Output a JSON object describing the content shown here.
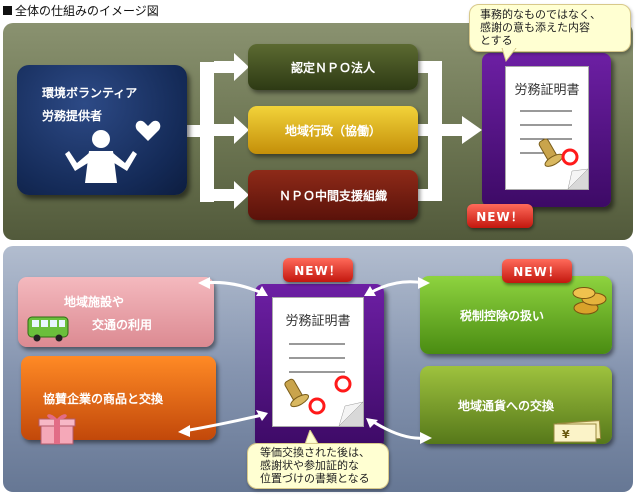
{
  "page_title": "全体の仕組みのイメージ図",
  "top": {
    "volunteer_line1": "環境ボランティア",
    "volunteer_line2": "労務提供者",
    "org_npo_corp": "認定ＮＰＯ法人",
    "org_local_gov": "地域行政（協働）",
    "org_npo_support": "ＮＰＯ中間支援組織",
    "certificate_title": "労務証明書",
    "callout_lines": [
      "事務的なものではなく、",
      "感謝の意も添えた内容",
      "とする"
    ],
    "new_badge": "NEW！"
  },
  "bottom": {
    "certificate_title": "労務証明書",
    "new_badge_center": "NEW！",
    "new_badge_right": "NEW！",
    "facility_line1": "地域施設や",
    "facility_line2": "交通の利用",
    "sponsor_goods": "協賛企業の商品と交換",
    "tax_deduction": "税制控除の扱い",
    "local_currency": "地域通貨への交換",
    "callout_lines": [
      "等価交換された後は、",
      "感謝状や参加証的な",
      "位置づけの書類となる"
    ]
  },
  "colors": {
    "top_panel": "#6b7451",
    "bottom_panel": "#8695b0",
    "volunteer_box": "#142a57",
    "npo_corp": "#3f4c1e",
    "local_gov": "#e0b21c",
    "npo_support": "#731c10",
    "certificate_frame": "#4f1282",
    "new_badge": "#d9261a",
    "callout": "#ffffd2"
  },
  "icons": [
    "volunteer-person-icon",
    "heart-icon",
    "seal-stamp-icon",
    "bus-icon",
    "gift-box-icon",
    "coins-icon",
    "currency-note-icon"
  ]
}
